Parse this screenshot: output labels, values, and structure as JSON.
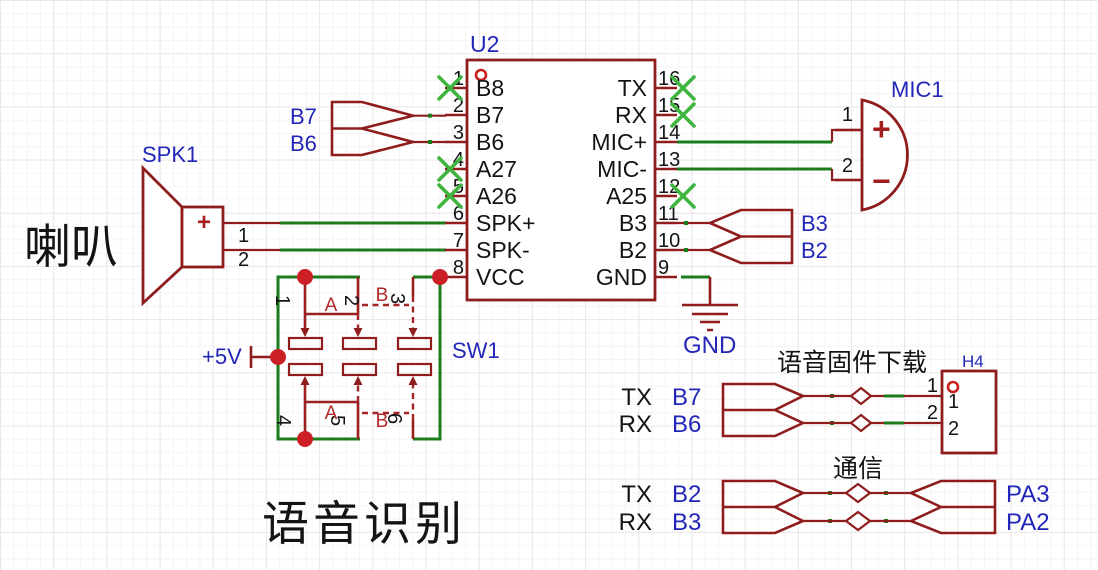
{
  "colors": {
    "symbol_maroon": "#8F1D1D",
    "wire_green": "#1B7C1B",
    "no_connect_green": "#3FB53F",
    "junction_red": "#CB2026",
    "label_blue": "#2226B8",
    "text_black": "#141414",
    "switch_letter_red": "#B22828"
  },
  "captions": {
    "speaker_cn": "喇叭",
    "voice_recognition": "语音识别",
    "firmware_title": "语音固件下载",
    "comm_title": "通信"
  },
  "u2": {
    "ref": "U2",
    "left_pins": [
      {
        "num": "1",
        "label": "B8"
      },
      {
        "num": "2",
        "label": "B7"
      },
      {
        "num": "3",
        "label": "B6"
      },
      {
        "num": "4",
        "label": "A27"
      },
      {
        "num": "5",
        "label": "A26"
      },
      {
        "num": "6",
        "label": "SPK+"
      },
      {
        "num": "7",
        "label": "SPK-"
      },
      {
        "num": "8",
        "label": "VCC"
      }
    ],
    "right_pins": [
      {
        "num": "16",
        "label": "TX"
      },
      {
        "num": "15",
        "label": "RX"
      },
      {
        "num": "14",
        "label": "MIC+"
      },
      {
        "num": "13",
        "label": "MIC-"
      },
      {
        "num": "12",
        "label": "A25"
      },
      {
        "num": "11",
        "label": "B3"
      },
      {
        "num": "10",
        "label": "B2"
      },
      {
        "num": "9",
        "label": "GND"
      }
    ]
  },
  "spk1": {
    "ref": "SPK1",
    "plus": "+",
    "pin1": "1",
    "pin2": "2"
  },
  "mic1": {
    "ref": "MIC1",
    "plus": "+",
    "minus": "−",
    "pin1": "1",
    "pin2": "2"
  },
  "sw1": {
    "ref": "SW1",
    "top_pins": [
      "1",
      "2",
      "3"
    ],
    "bottom_pins": [
      "4",
      "5",
      "6"
    ],
    "letter_a_top": "A",
    "letter_b_top": "B",
    "letter_a_bottom": "A",
    "letter_b_bottom": "B"
  },
  "power": {
    "v5": "+5V",
    "gnd": "GND"
  },
  "net_flags": {
    "left_top": "B7",
    "left_bottom": "B6",
    "right_top": "B3",
    "right_bottom": "B2"
  },
  "firmware": {
    "title": "语音固件下载",
    "row1_dir": "TX",
    "row1_net": "B7",
    "row2_dir": "RX",
    "row2_net": "B6",
    "h4": {
      "ref": "H4",
      "ext1": "1",
      "ext2": "2",
      "in1": "1",
      "in2": "2"
    }
  },
  "comm": {
    "title": "通信",
    "row1_dir": "TX",
    "row1_net": "B2",
    "row1_right": "PA3",
    "row2_dir": "RX",
    "row2_net": "B3",
    "row2_right": "PA2"
  }
}
